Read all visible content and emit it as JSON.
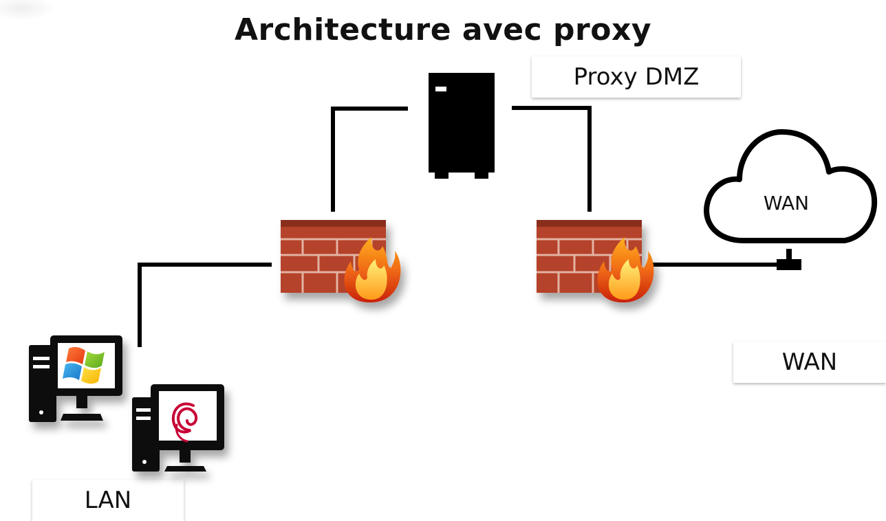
{
  "title": "Architecture avec proxy",
  "labels": {
    "proxy": "Proxy DMZ",
    "wan_box": "WAN",
    "cloud": "WAN",
    "lan": "LAN"
  },
  "icons": {
    "server": "server-tower-icon",
    "firewall_left": "firewall-icon",
    "firewall_right": "firewall-icon",
    "cloud": "cloud-icon",
    "pc_windows": "windows-desktop-icon",
    "pc_debian": "debian-desktop-icon"
  },
  "colors": {
    "brick": "#b5422a",
    "mortar": "#d9a089",
    "line": "#000000",
    "flame_outer": "#e8501a",
    "flame_inner": "#ffd23a"
  }
}
